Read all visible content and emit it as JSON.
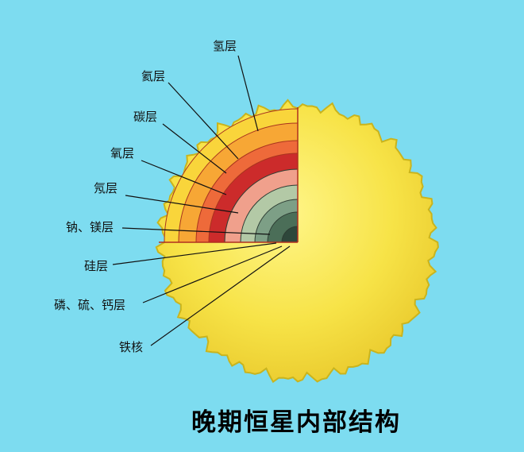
{
  "title": "晚期恒星内部结构",
  "layers": [
    {
      "label": "氢层",
      "color": "#f9d53b"
    },
    {
      "label": "氦层",
      "color": "#f7a735"
    },
    {
      "label": "碳层",
      "color": "#ee6a3a"
    },
    {
      "label": "氧层",
      "color": "#cc2b2b"
    },
    {
      "label": "氖层",
      "color": "#f0a08c"
    },
    {
      "label": "钠、镁层",
      "color": "#b3c9a6"
    },
    {
      "label": "硅层",
      "color": "#7d9f86"
    },
    {
      "label": "磷、硫、钙层",
      "color": "#4b6e58"
    },
    {
      "label": "铁核",
      "color": "#2e473b"
    }
  ],
  "colors": {
    "background": "#7ddcf0",
    "outer_surface": "#f7e347",
    "surface_edge": "#c9b41d"
  }
}
